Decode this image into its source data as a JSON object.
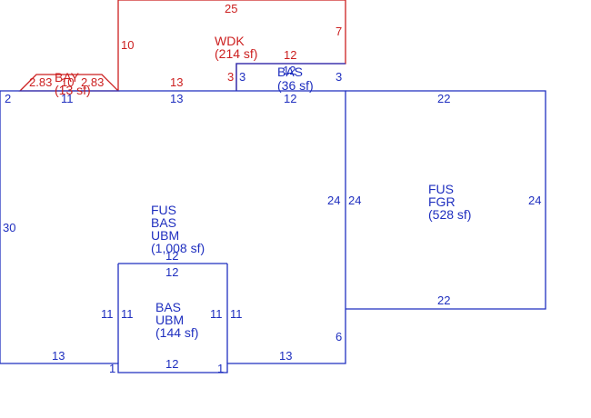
{
  "colors": {
    "main": "#1f2fbf",
    "deck": "#cc1f1f",
    "background": "#ffffff"
  },
  "areas": {
    "main": {
      "codes": [
        "FUS",
        "BAS",
        "UBM"
      ],
      "area": "(1,008 sf)"
    },
    "garage": {
      "codes": [
        "FUS",
        "FGR"
      ],
      "area": "(528 sf)"
    },
    "inset": {
      "codes": [
        "BAS",
        "UBM"
      ],
      "area": "(144 sf)"
    },
    "small": {
      "codes": [
        "BAS"
      ],
      "area": "(36 sf)"
    },
    "deck": {
      "codes": [
        "WDK"
      ],
      "area": "(214 sf)"
    },
    "bay": {
      "codes": [
        "BAY"
      ],
      "area": "(13 sf)"
    }
  },
  "dims": {
    "deck_top": "25",
    "deck_left": "10",
    "deck_right": "7",
    "deck_step": "3",
    "deck_bottom": "13",
    "small_top": "12",
    "small_left": "3",
    "small_right": "3",
    "small_bottom": "12",
    "small_overlap": "12",
    "bay_left": "2.83",
    "bay_mid": "10",
    "bay_right": "2.83",
    "bay_bottom": "11",
    "main_left_top": "2",
    "main_top": "13",
    "main_left": "30",
    "main_right_inner": "24",
    "garage_left": "24",
    "garage_top": "22",
    "garage_right": "24",
    "garage_bottom": "22",
    "main_right_lower": "6",
    "main_bottom_left": "13",
    "main_bottom_right": "13",
    "inset_top_outer": "12",
    "inset_top": "12",
    "inset_left_outer": "11",
    "inset_left": "11",
    "inset_right": "11",
    "inset_right_outer": "11",
    "inset_bottom": "12",
    "inset_step_left": "1",
    "inset_step_right": "1"
  }
}
